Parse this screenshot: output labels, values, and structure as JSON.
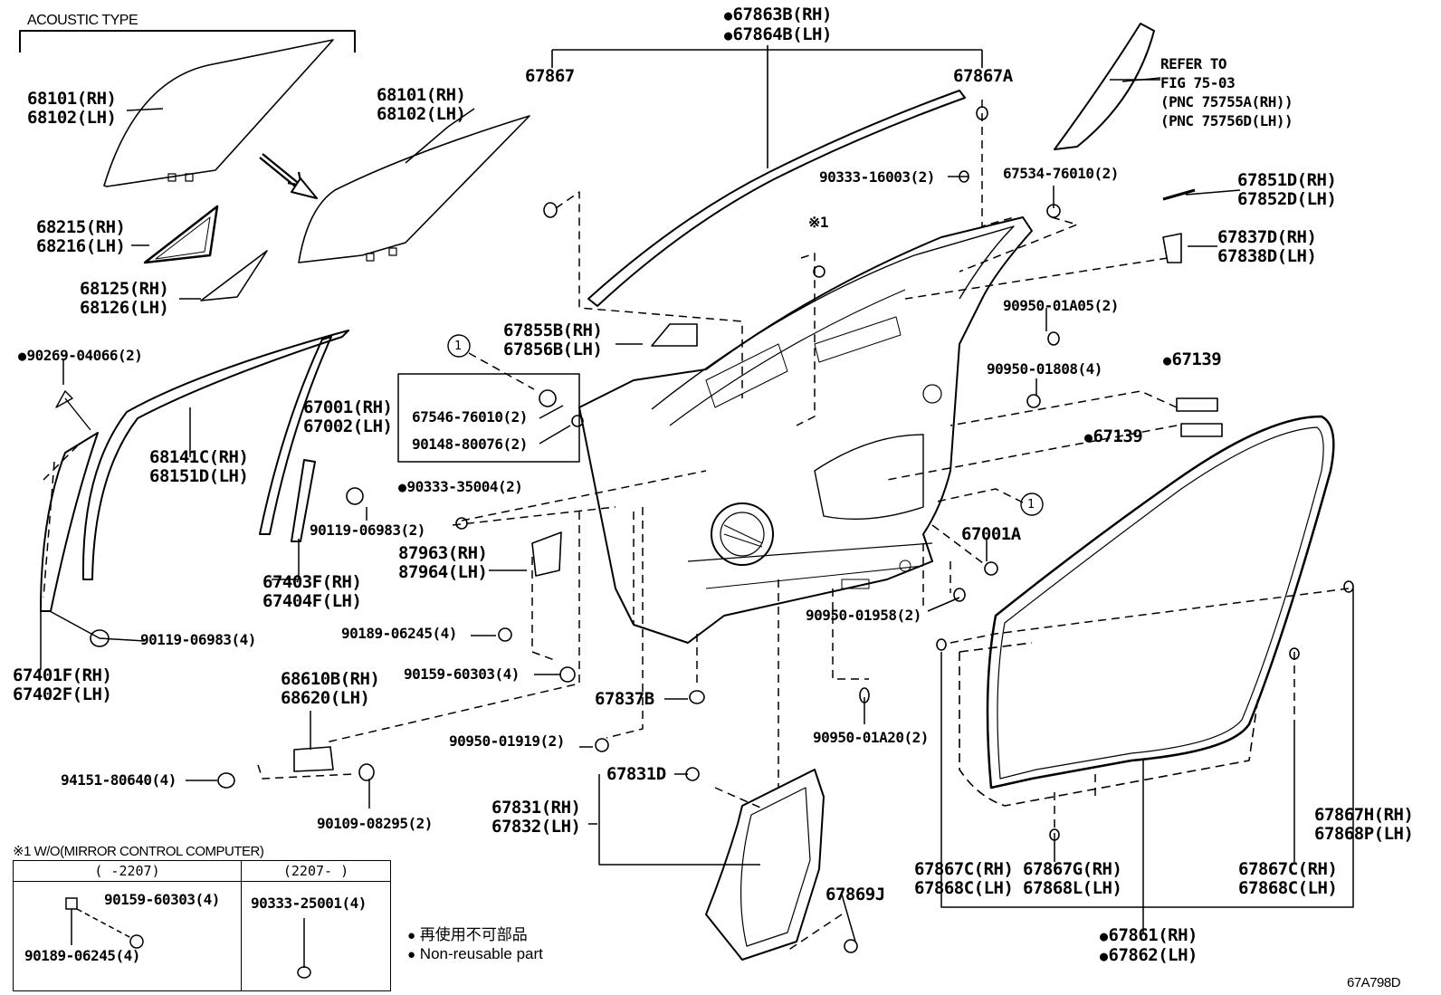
{
  "header": {
    "acoustic_type": "ACOUSTIC TYPE"
  },
  "refer": [
    "REFER TO",
    "FIG 75-03",
    "(PNC 75755A(RH))",
    "(PNC 75756D(LH))"
  ],
  "labels": {
    "p68101a": [
      "68101(RH)",
      "68102(LH)"
    ],
    "p68101b": [
      "68101(RH)",
      "68102(LH)"
    ],
    "p68215": [
      "68215(RH)",
      "68216(LH)"
    ],
    "p68125": [
      "68125(RH)",
      "68126(LH)"
    ],
    "p90269": "90269-04066(2)",
    "p68141": [
      "68141C(RH)",
      "68151D(LH)"
    ],
    "p67001": [
      "67001(RH)",
      "67002(LH)"
    ],
    "p67546": "67546-76010(2)",
    "p90148": "90148-80076(2)",
    "p90333_35": "90333-35004(2)",
    "p90119a": "90119-06983(2)",
    "p67403": [
      "67403F(RH)",
      "67404F(LH)"
    ],
    "p90119b": "90119-06983(4)",
    "p67401": [
      "67401F(RH)",
      "67402F(LH)"
    ],
    "p87963": [
      "87963(RH)",
      "87964(LH)"
    ],
    "p90189": "90189-06245(4)",
    "p90159": "90159-60303(4)",
    "p68610": [
      "68610B(RH)",
      "68620(LH)"
    ],
    "p94151": "94151-80640(4)",
    "p90109": "90109-08295(2)",
    "p67863": [
      "67863B(RH)",
      "67864B(LH)"
    ],
    "p67867": "67867",
    "p67867A": "67867A",
    "p90333_16": "90333-16003(2)",
    "p67534": "67534-76010(2)",
    "p67851": [
      "67851D(RH)",
      "67852D(LH)"
    ],
    "p67837D": [
      "67837D(RH)",
      "67838D(LH)"
    ],
    "note1": "※1",
    "p67855": [
      "67855B(RH)",
      "67856B(LH)"
    ],
    "p90950_A05": "90950-01A05(2)",
    "p90950_808": "90950-01808(4)",
    "p67139a": "67139",
    "p67139b": "67139",
    "p67001A": "67001A",
    "p90950_958": "90950-01958(2)",
    "p67837B": "67837B",
    "p90950_919": "90950-01919(2)",
    "p90950_A20": "90950-01A20(2)",
    "p67831D": "67831D",
    "p67831": [
      "67831(RH)",
      "67832(LH)"
    ],
    "p67869J": "67869J",
    "p67867C1": [
      "67867C(RH)",
      "67868C(LH)"
    ],
    "p67867G": [
      "67867G(RH)",
      "67868L(LH)"
    ],
    "p67867C2": [
      "67867C(RH)",
      "67868C(LH)"
    ],
    "p67867H": [
      "67867H(RH)",
      "67868P(LH)"
    ],
    "p67861": [
      "67861(RH)",
      "67862(LH)"
    ],
    "circle1": "1"
  },
  "notes_table": {
    "title": "※1 W/O(MIRROR CONTROL COMPUTER)",
    "col1_header": "(  -2207)",
    "col2_header": "(2207-  )",
    "col1_parts": [
      "90159-60303(4)",
      "90189-06245(4)"
    ],
    "col2_parts": [
      "90333-25001(4)"
    ]
  },
  "legend": {
    "jp": "再使用不可部品",
    "en": "Non-reusable part"
  },
  "figure_code": "67A798D"
}
